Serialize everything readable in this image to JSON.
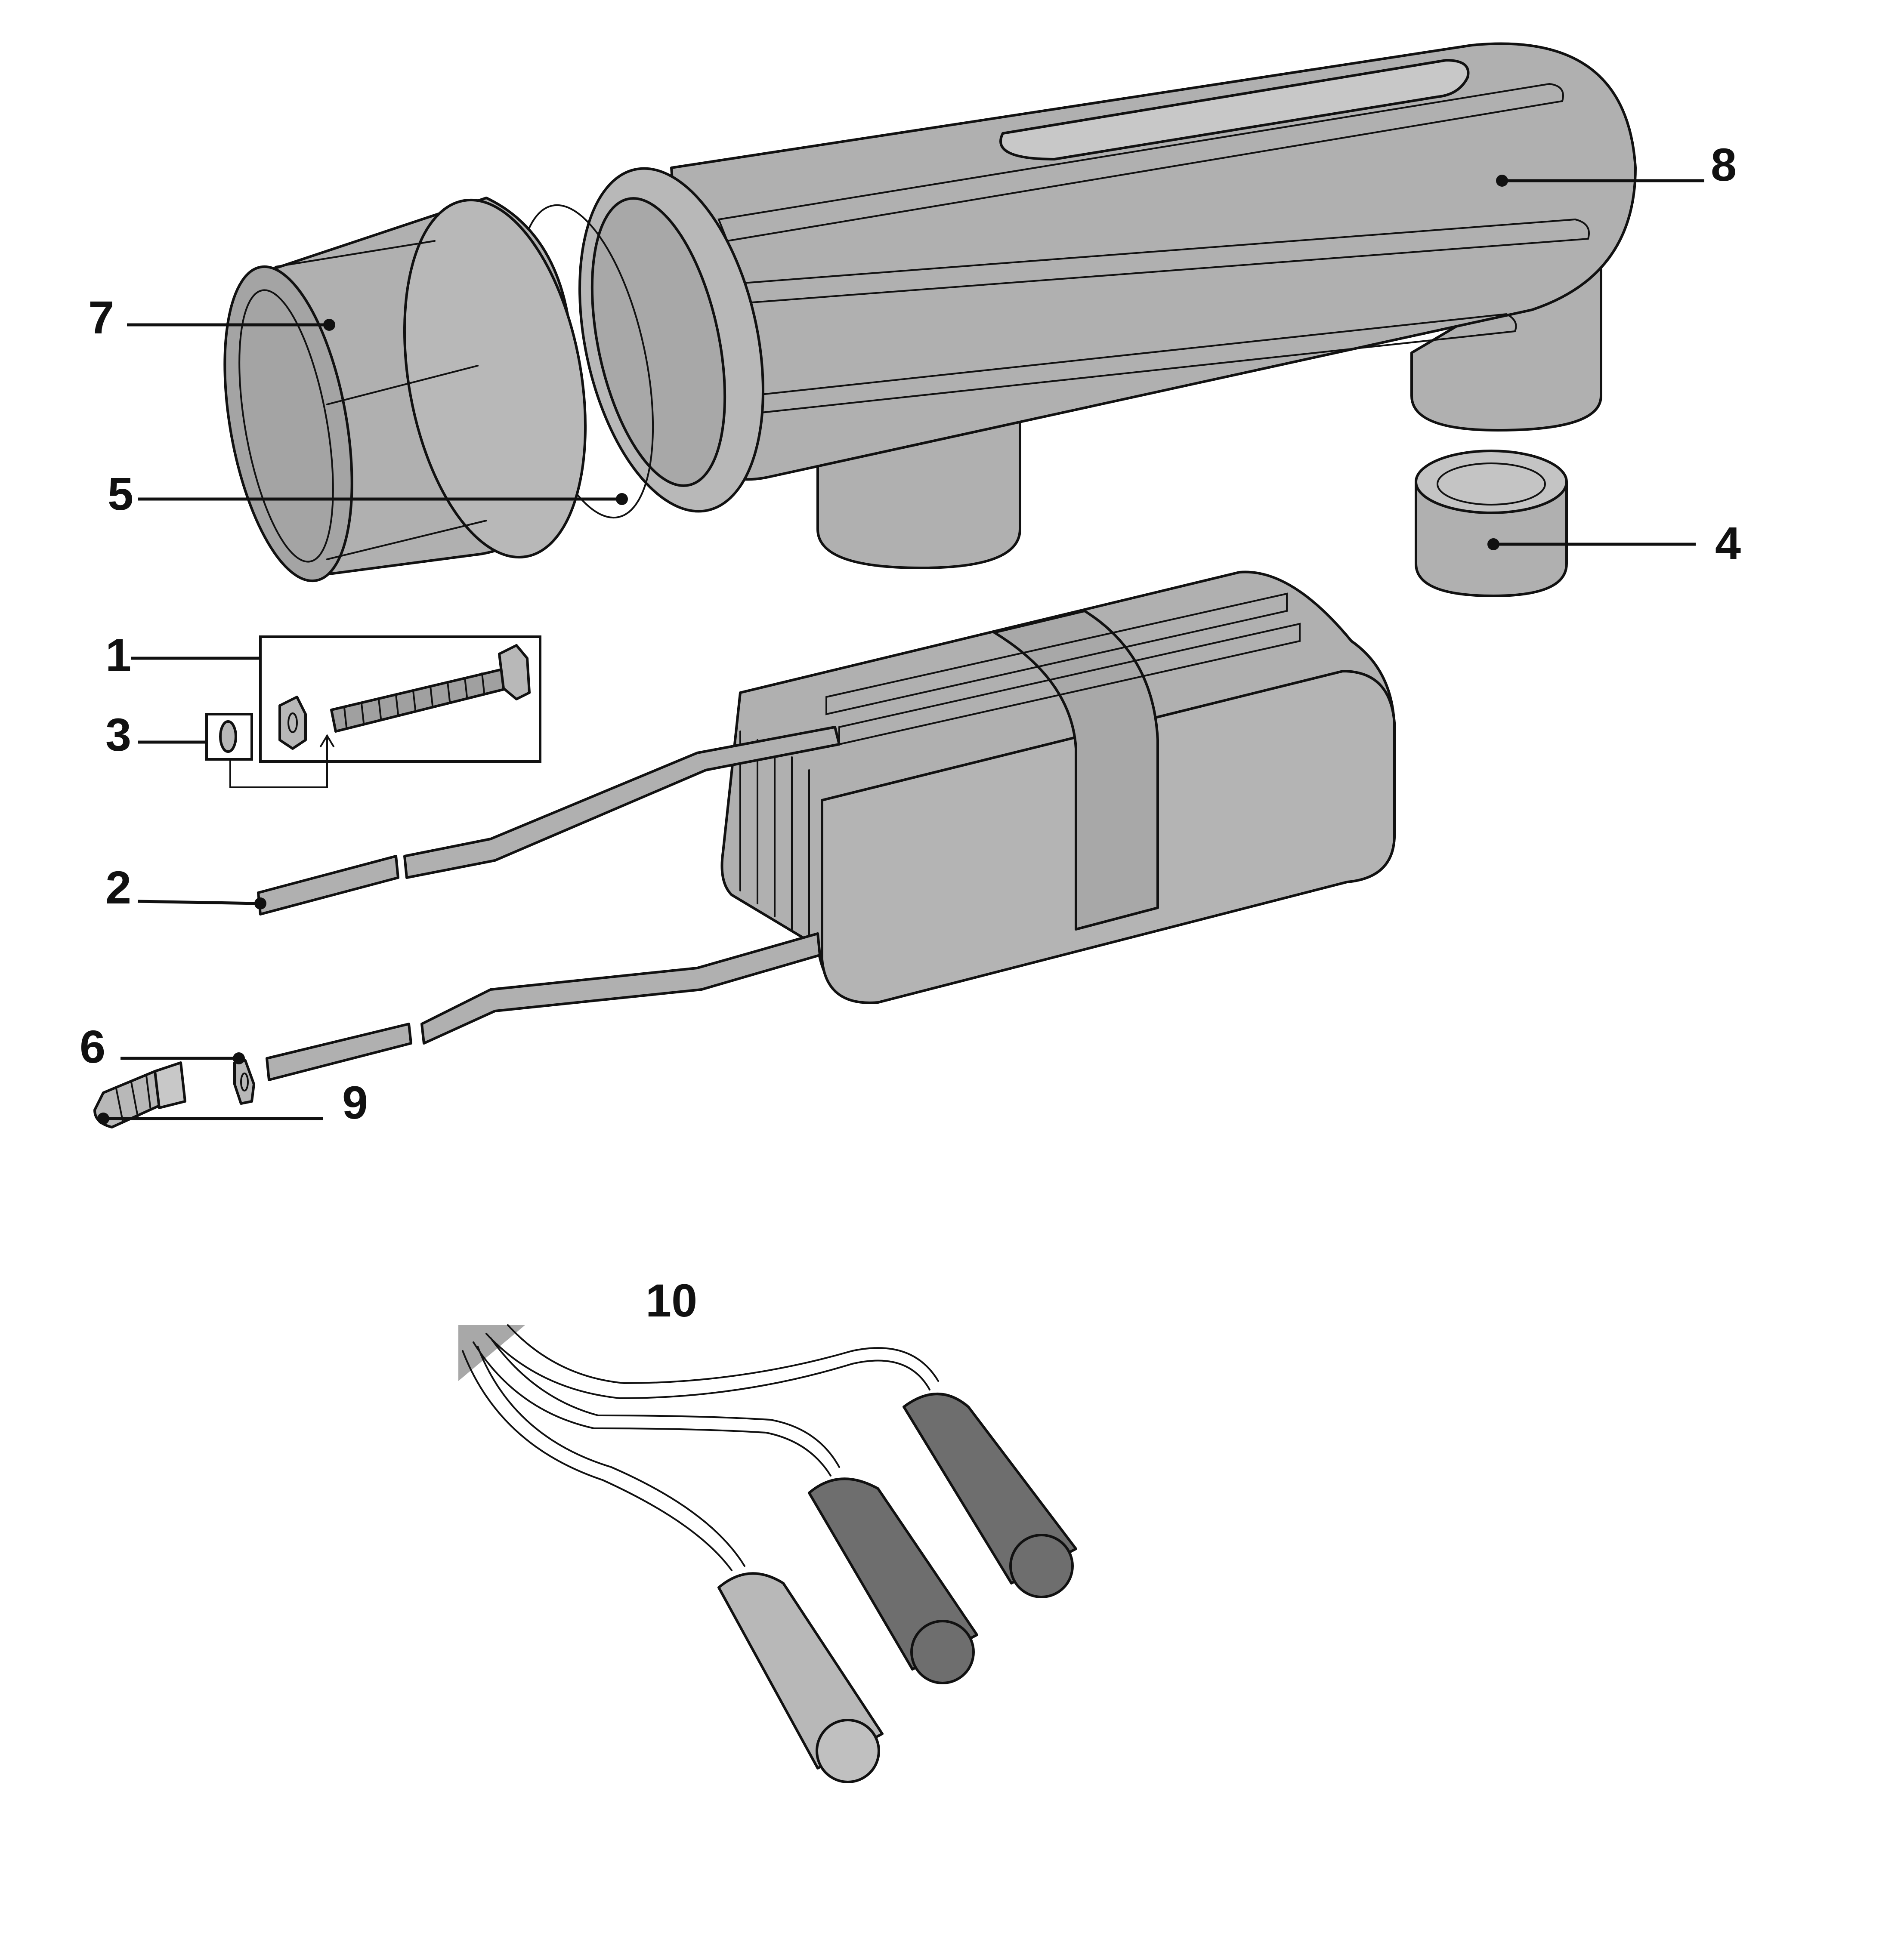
{
  "colors": {
    "part_fill": "#b0b0b0",
    "part_fill_light": "#c4c4c4",
    "part_fill_dark": "#6e6e6e",
    "outline": "#111111",
    "background": "#ffffff"
  },
  "callouts": [
    {
      "id": "1",
      "label": "1"
    },
    {
      "id": "2",
      "label": "2"
    },
    {
      "id": "3",
      "label": "3"
    },
    {
      "id": "4",
      "label": "4"
    },
    {
      "id": "5",
      "label": "5"
    },
    {
      "id": "6",
      "label": "6"
    },
    {
      "id": "7",
      "label": "7"
    },
    {
      "id": "8",
      "label": "8"
    },
    {
      "id": "9",
      "label": "9"
    },
    {
      "id": "10",
      "label": "10"
    }
  ]
}
